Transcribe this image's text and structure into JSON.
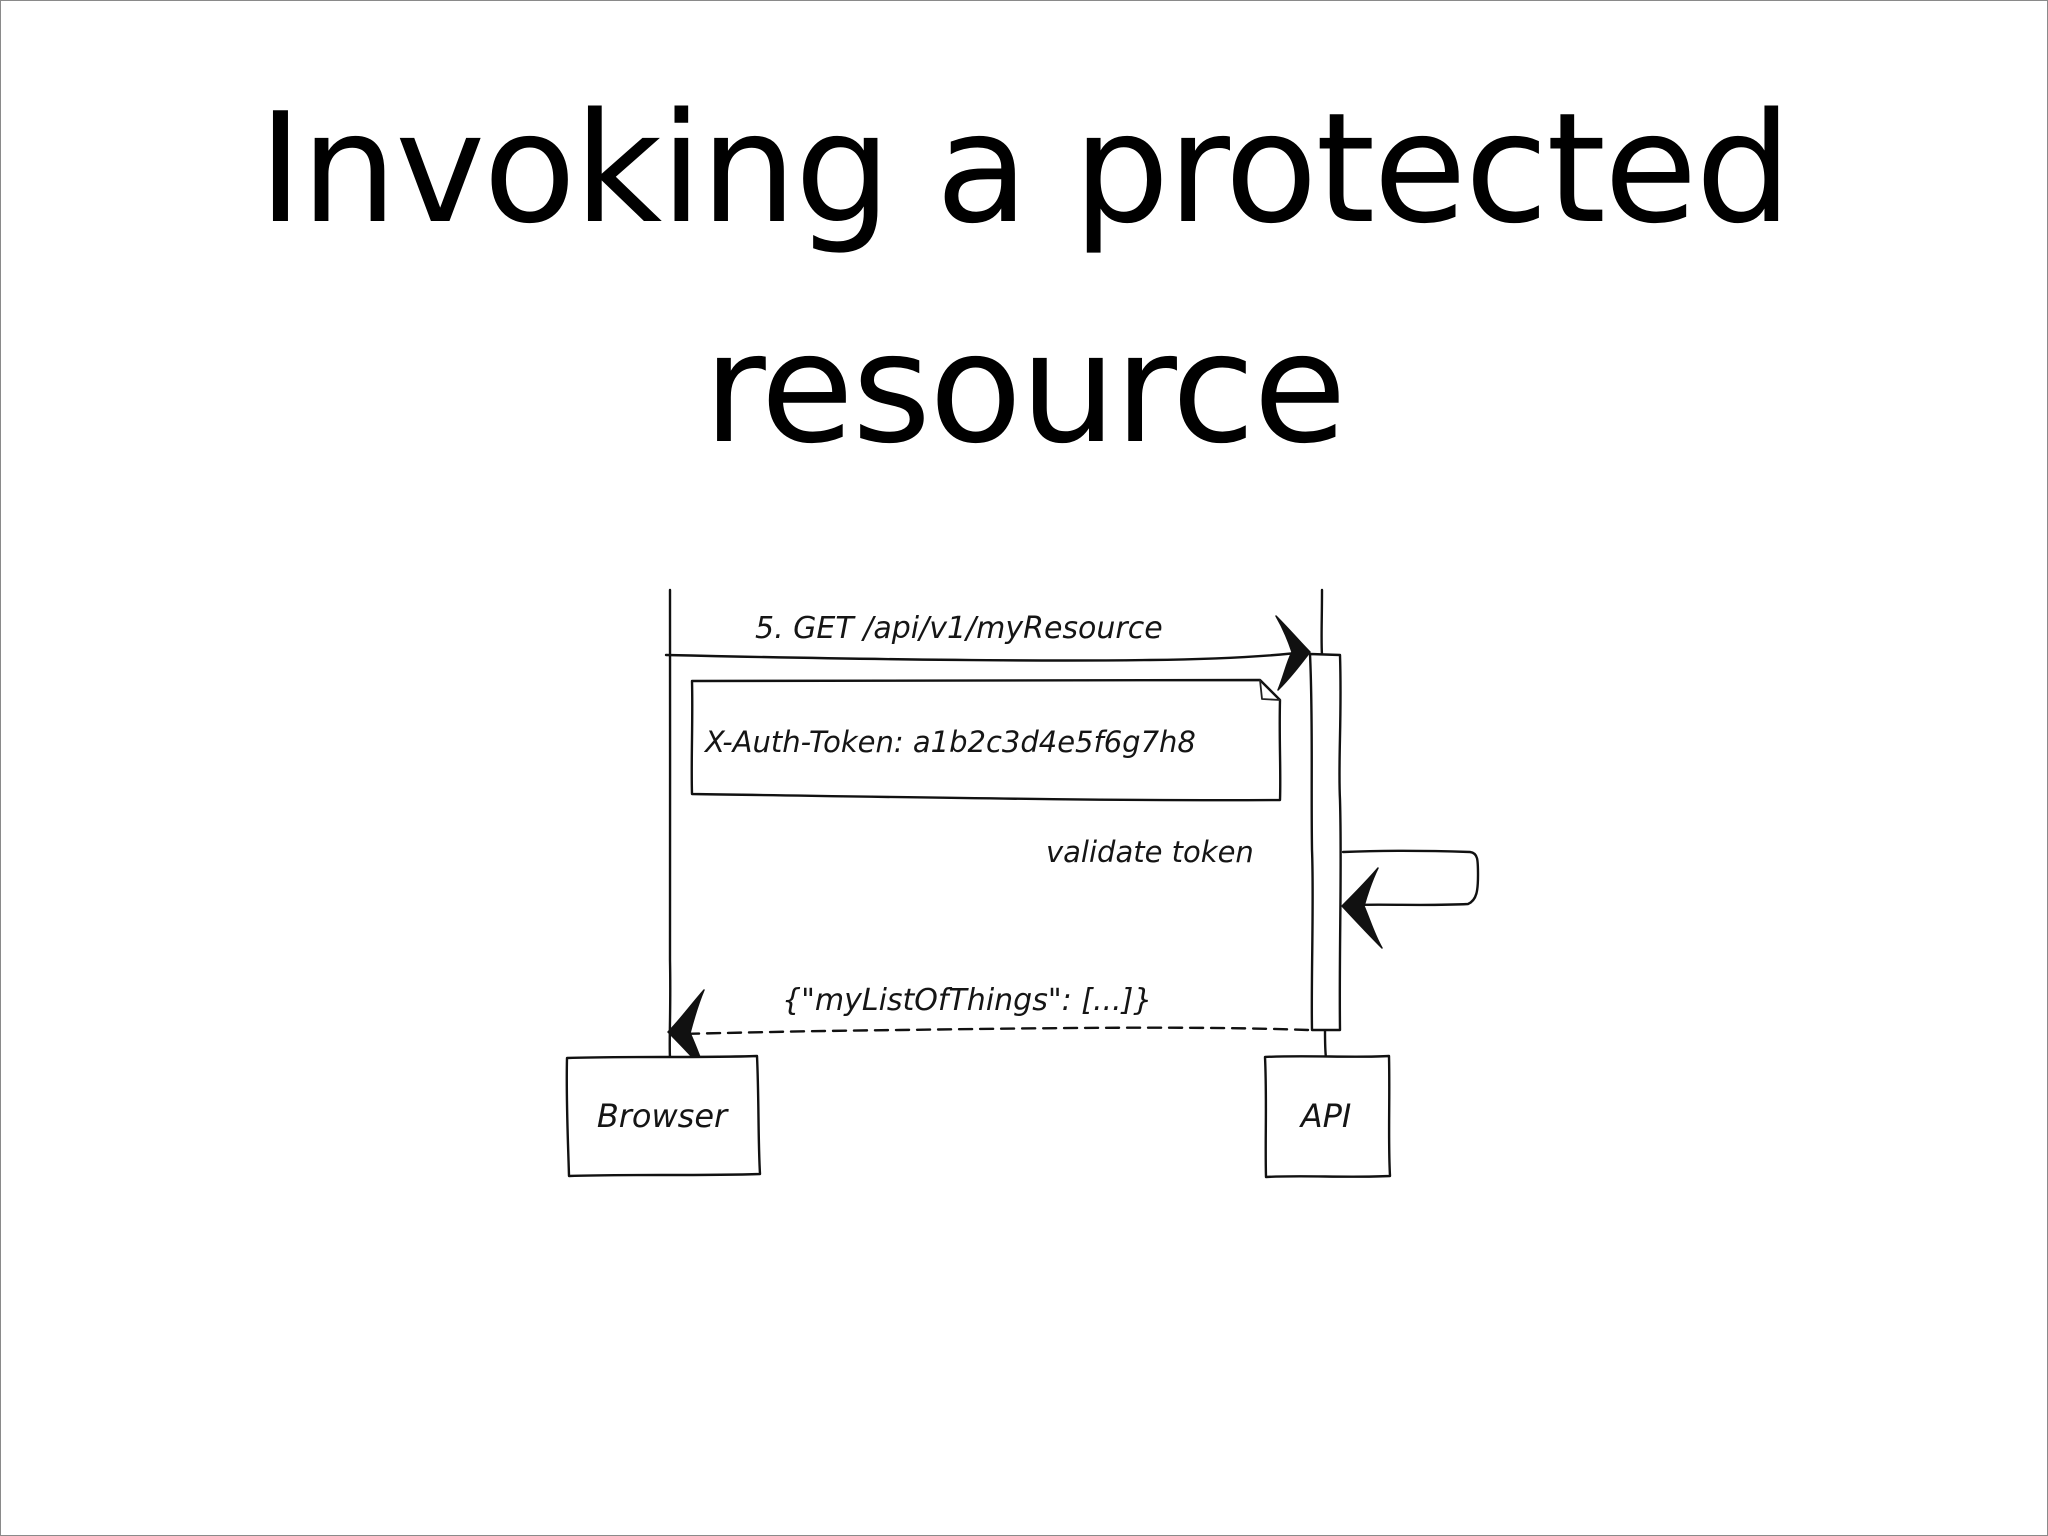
{
  "slide": {
    "title": "Invoking a protected resource"
  },
  "diagram": {
    "participants": {
      "browser": "Browser",
      "api": "API"
    },
    "messages": {
      "request": "5. GET /api/v1/myResource",
      "header_note": "X-Auth-Token: a1b2c3d4e5f6g7h8",
      "self_call": "validate token",
      "response": "{\"myListOfThings\": [...]}"
    }
  }
}
